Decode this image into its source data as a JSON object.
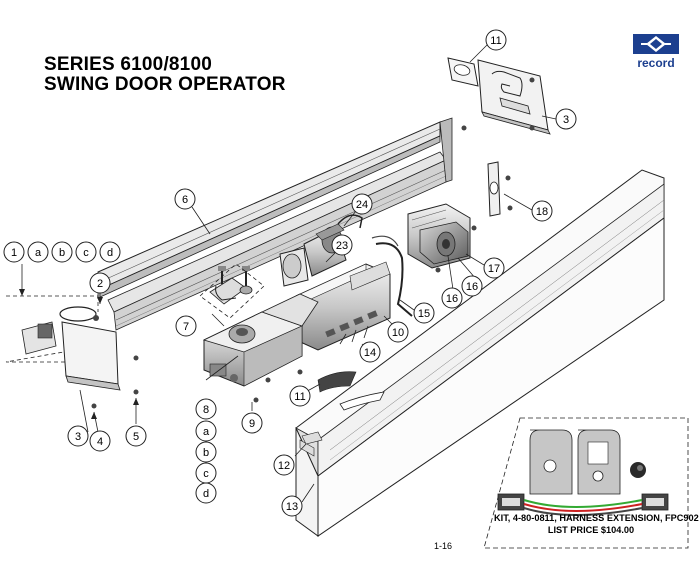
{
  "header": {
    "title_line1": "SERIES 6100/8100",
    "title_line2": "SWING DOOR OPERATOR"
  },
  "logo": {
    "text": "record",
    "icon": "record-diamond-logo-icon",
    "color": "#1c3f8f"
  },
  "kit_callout": {
    "line1": "KIT, 4-80-0811, HARNESS EXTENSION, FPC902",
    "line2": "LIST PRICE $104.00"
  },
  "page_number": "1-16",
  "callouts": [
    {
      "label": "11"
    },
    {
      "label": "3"
    },
    {
      "label": "6"
    },
    {
      "label": "24"
    },
    {
      "label": "23"
    },
    {
      "label": "18"
    },
    {
      "label": "17"
    },
    {
      "label": "16"
    },
    {
      "label": "16"
    },
    {
      "label": "15"
    },
    {
      "label": "10"
    },
    {
      "label": "14"
    },
    {
      "label": "1"
    },
    {
      "label": "a"
    },
    {
      "label": "b"
    },
    {
      "label": "c"
    },
    {
      "label": "d"
    },
    {
      "label": "2"
    },
    {
      "label": "7"
    },
    {
      "label": "8"
    },
    {
      "label": "a"
    },
    {
      "label": "b"
    },
    {
      "label": "c"
    },
    {
      "label": "d"
    },
    {
      "label": "9"
    },
    {
      "label": "11"
    },
    {
      "label": "12"
    },
    {
      "label": "13"
    },
    {
      "label": "3"
    },
    {
      "label": "4"
    },
    {
      "label": "5"
    }
  ]
}
